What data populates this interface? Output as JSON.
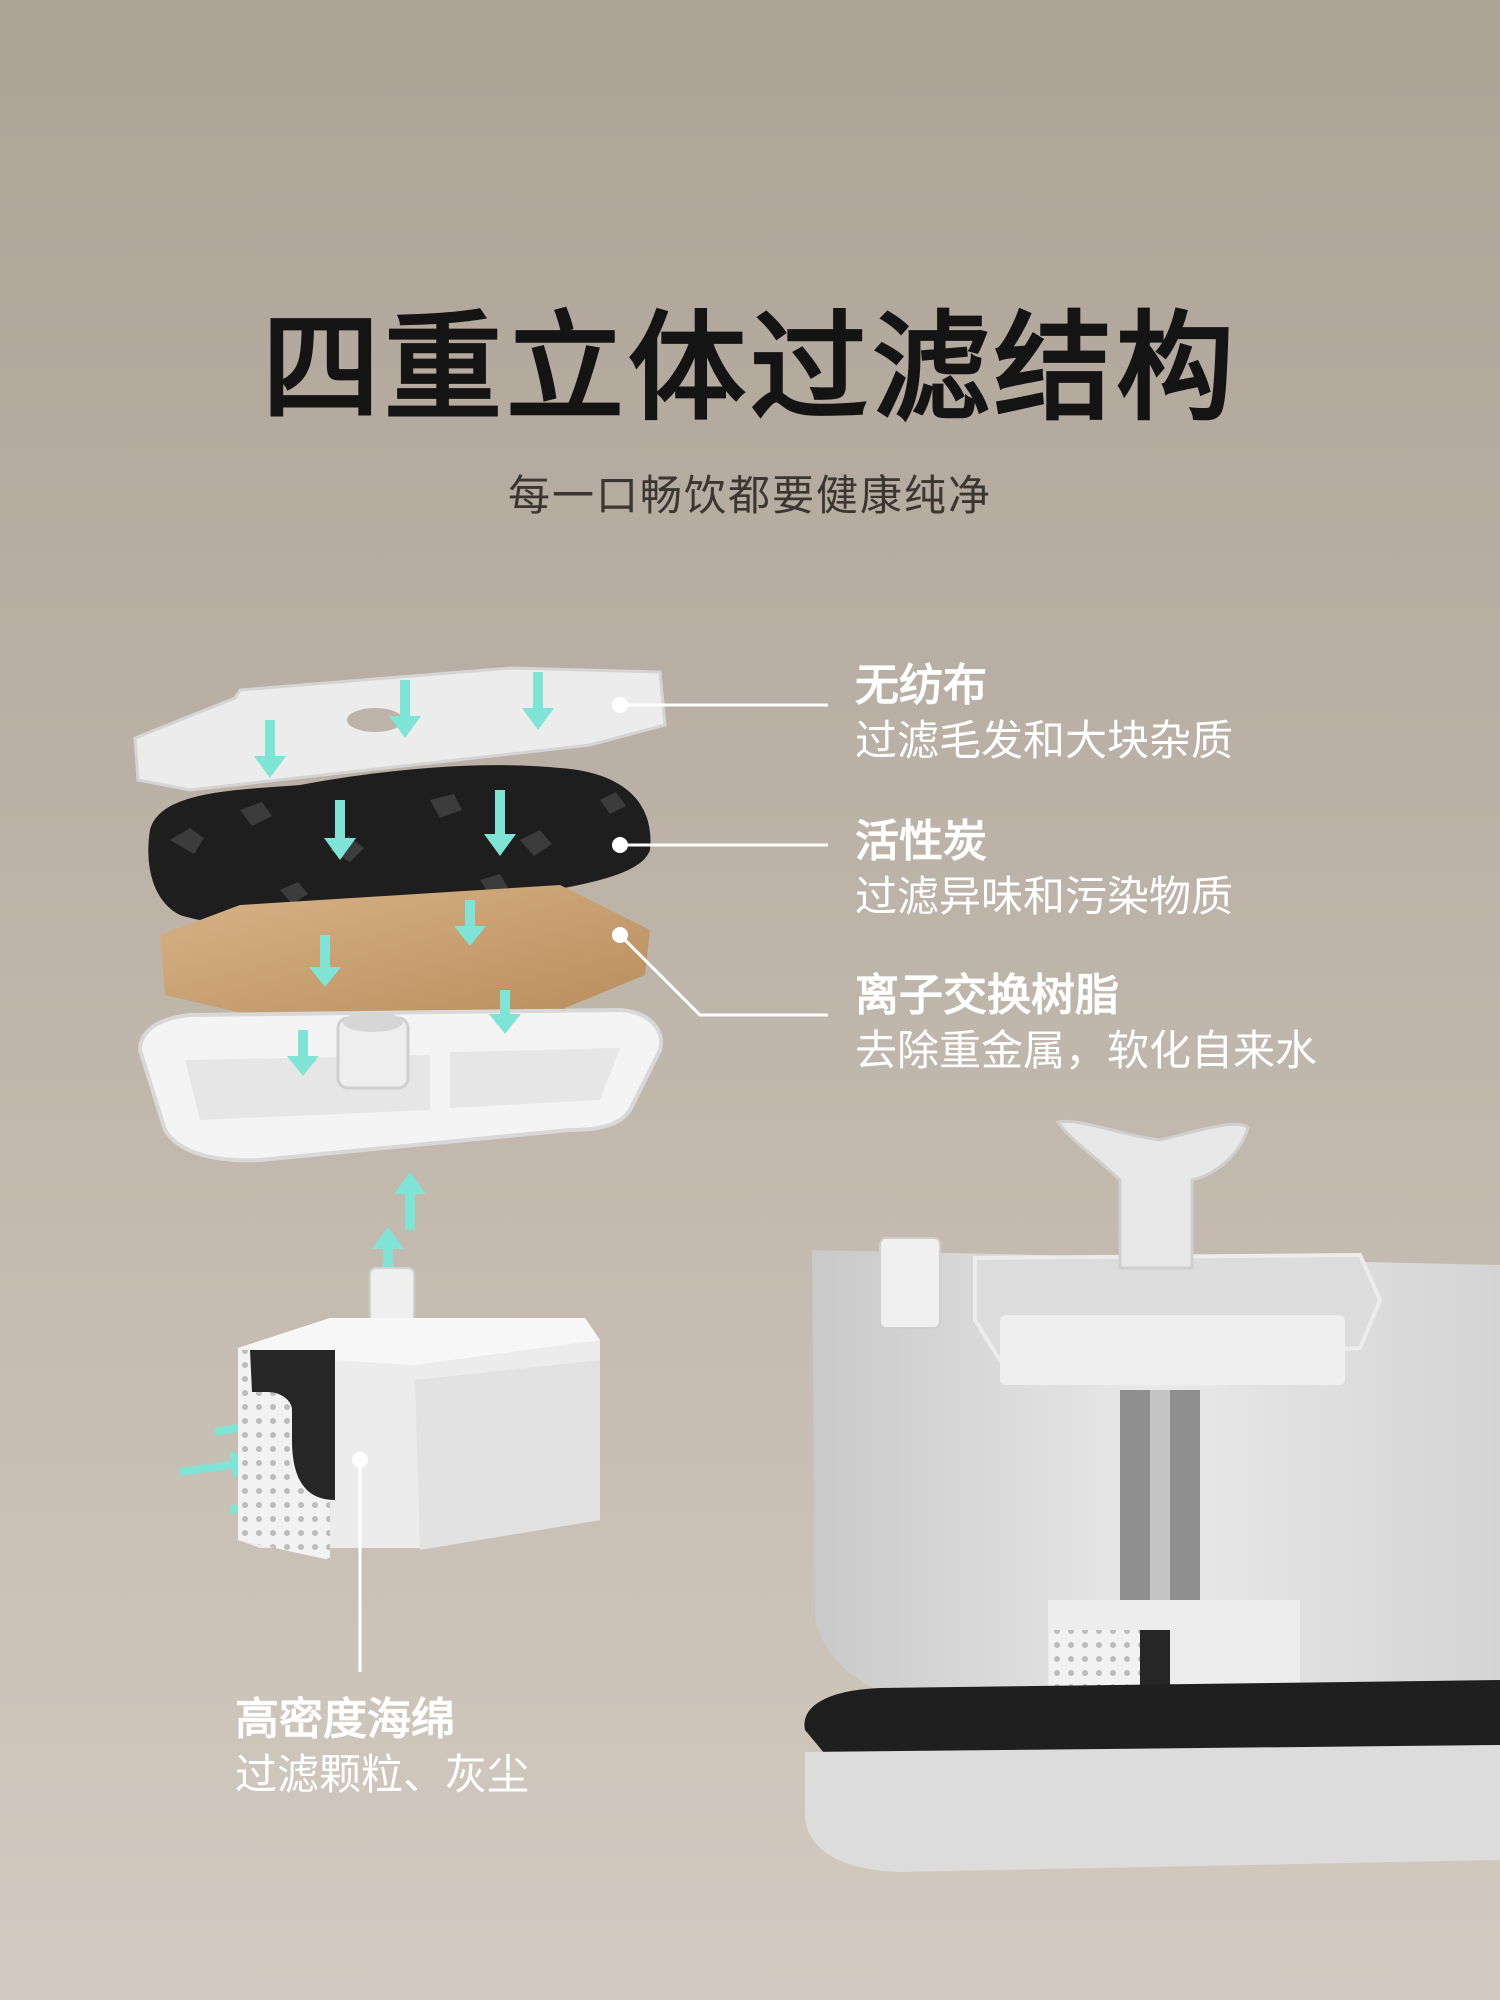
{
  "title": "四重立体过滤结构",
  "subtitle": "每一口畅饮都要健康纯净",
  "layers": [
    {
      "name": "无纺布",
      "desc": "过滤毛发和大块杂质"
    },
    {
      "name": "活性炭",
      "desc": "过滤异味和污染物质"
    },
    {
      "name": "离子交换树脂",
      "desc": "去除重金属，软化自来水"
    },
    {
      "name": "高密度海绵",
      "desc": "过滤颗粒、灰尘"
    }
  ],
  "colors": {
    "background": "#b5aca1",
    "arrow": "#7fe3d6",
    "label": "#ffffff",
    "title": "#141414"
  }
}
